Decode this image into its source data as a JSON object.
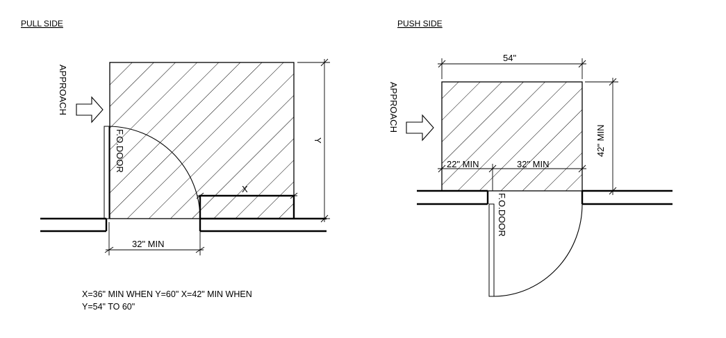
{
  "pull_side": {
    "heading": "PULL SIDE",
    "approach_label": "APPROACH",
    "door_label": "F.O.DOOR",
    "dim_width": "32\" MIN",
    "dim_x": "X",
    "dim_y": "Y",
    "note_line1": "X=36\" MIN WHEN Y=60\" X=42\" MIN WHEN",
    "note_line2": "Y=54\" TO 60\""
  },
  "push_side": {
    "heading": "PUSH SIDE",
    "approach_label": "APPROACH",
    "door_label": "F.O.DOOR",
    "dim_width": "54\"",
    "dim_depth": "42\" MIN",
    "dim_latch": "22\" MIN",
    "dim_door": "32\" MIN"
  },
  "colors": {
    "line": "#000000",
    "background": "#ffffff"
  }
}
